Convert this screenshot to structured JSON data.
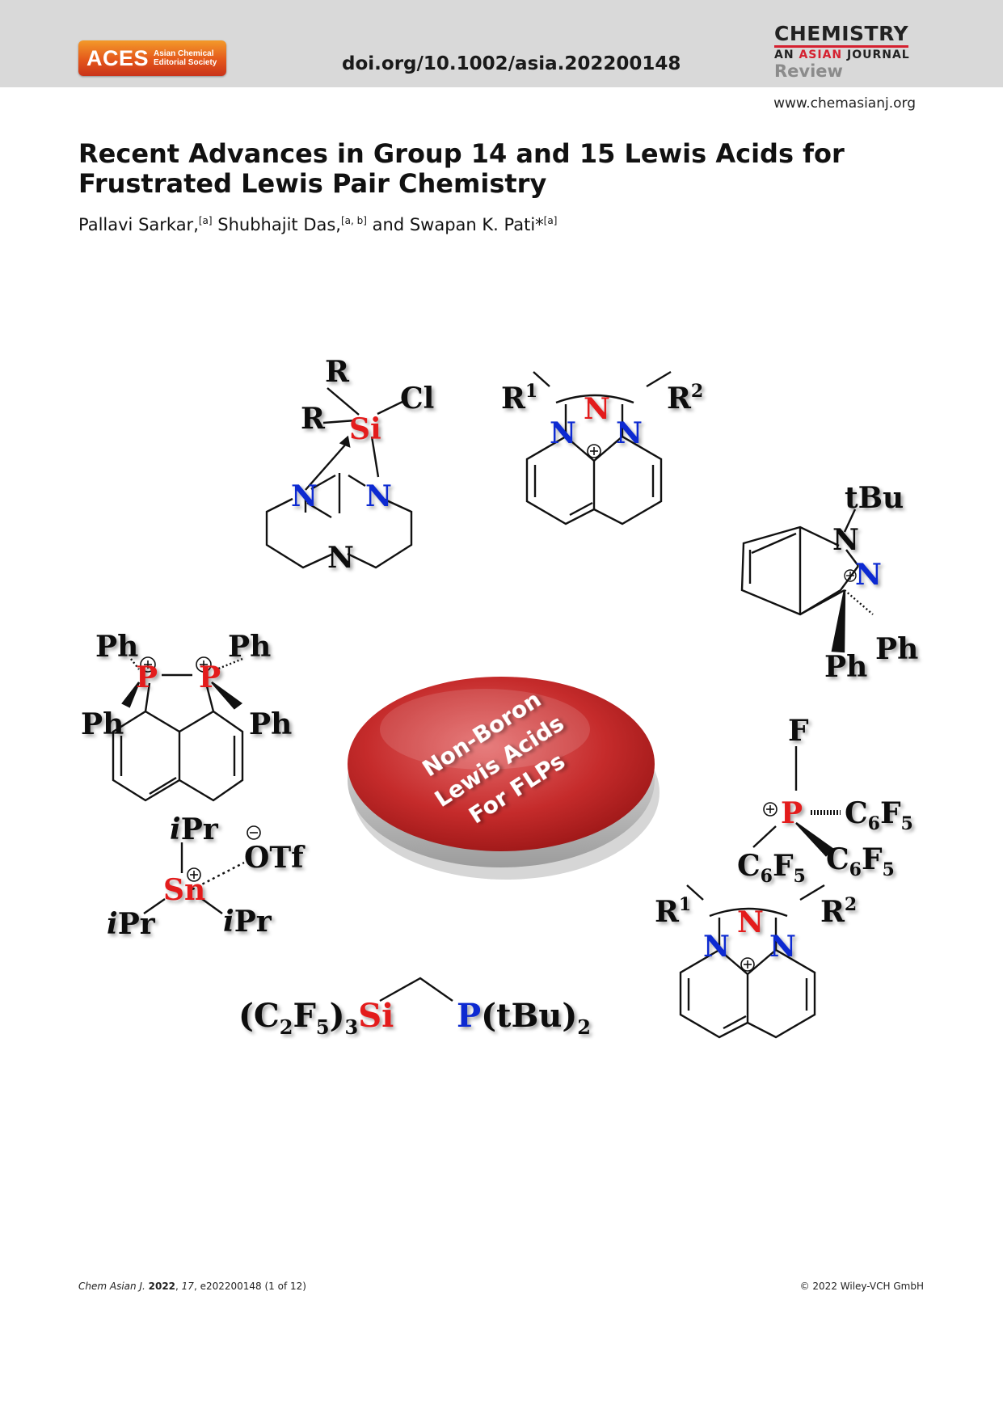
{
  "header": {
    "publisher_logo": {
      "main": "ACES",
      "sub_line1": "Asian Chemical",
      "sub_line2": "Editorial Society"
    },
    "doi": "doi.org/10.1002/asia.202200148",
    "journal_logo": {
      "line1": "CHEMISTRY",
      "line2_a": "AN ",
      "line2_b": "ASIAN",
      "line2_c": " JOURNAL",
      "line3": "Review"
    },
    "website": "www.chemasianj.org"
  },
  "article": {
    "title": "Recent Advances in Group 14 and 15 Lewis Acids for Frustrated Lewis Pair Chemistry",
    "authors": [
      {
        "name": "Pallavi Sarkar,",
        "affil": "[a]"
      },
      {
        "name": "Shubhajit Das,",
        "affil": "[a, b]"
      },
      {
        "name": "and Swapan K. Pati*",
        "affil": "[a]"
      }
    ]
  },
  "graphic": {
    "center_button": {
      "line1": "Non-Boron",
      "line2": "Lewis Acids",
      "line3": "For FLPs"
    },
    "accent_color": "#d93a3a",
    "n_color": "#0a2bd1",
    "p_color": "#e31d1d"
  },
  "footer": {
    "citation_journal": "Chem Asian J.",
    "citation_year": "2022",
    "citation_volume": "17",
    "citation_rest": ", e202200148 (1 of 12)",
    "copyright": "© 2022 Wiley-VCH GmbH"
  }
}
